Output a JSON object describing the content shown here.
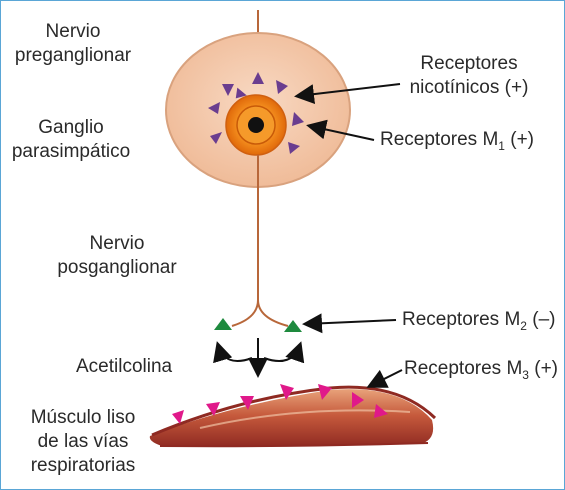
{
  "labels": {
    "nervio_pre_line1": "Nervio",
    "nervio_pre_line2": "preganglionar",
    "ganglio_line1": "Ganglio",
    "ganglio_line2": "parasimpático",
    "nervio_pos_line1": "Nervio",
    "nervio_pos_line2": "posganglionar",
    "acetilcolina": "Acetilcolina",
    "musculo_line1": "Músculo liso",
    "musculo_line2": "de las vías",
    "musculo_line3": "respiratorias",
    "receptores_nic_line1": "Receptores",
    "receptores_nic_line2": "nicotínicos (+)",
    "receptores_m1_prefix": "Receptores M",
    "receptores_m1_sub": "1",
    "receptores_m1_suffix": " (+)",
    "receptores_m2_prefix": "Receptores M",
    "receptores_m2_sub": "2",
    "receptores_m2_suffix": " (–)",
    "receptores_m3_prefix": "Receptores M",
    "receptores_m3_sub": "3",
    "receptores_m3_suffix": " (+)"
  },
  "colors": {
    "ganglion_fill": "#f3c6a6",
    "ganglion_stroke": "#d9a27e",
    "cell_outer": "#f07a12",
    "nucleus": "#111111",
    "nerve": "#b8673a",
    "nicotinic_receptor": "#6a3d8f",
    "m2_receptor": "#1e8a3e",
    "m3_receptor": "#e0198a",
    "muscle": "#a8322a",
    "border": "#5aa6d6"
  }
}
